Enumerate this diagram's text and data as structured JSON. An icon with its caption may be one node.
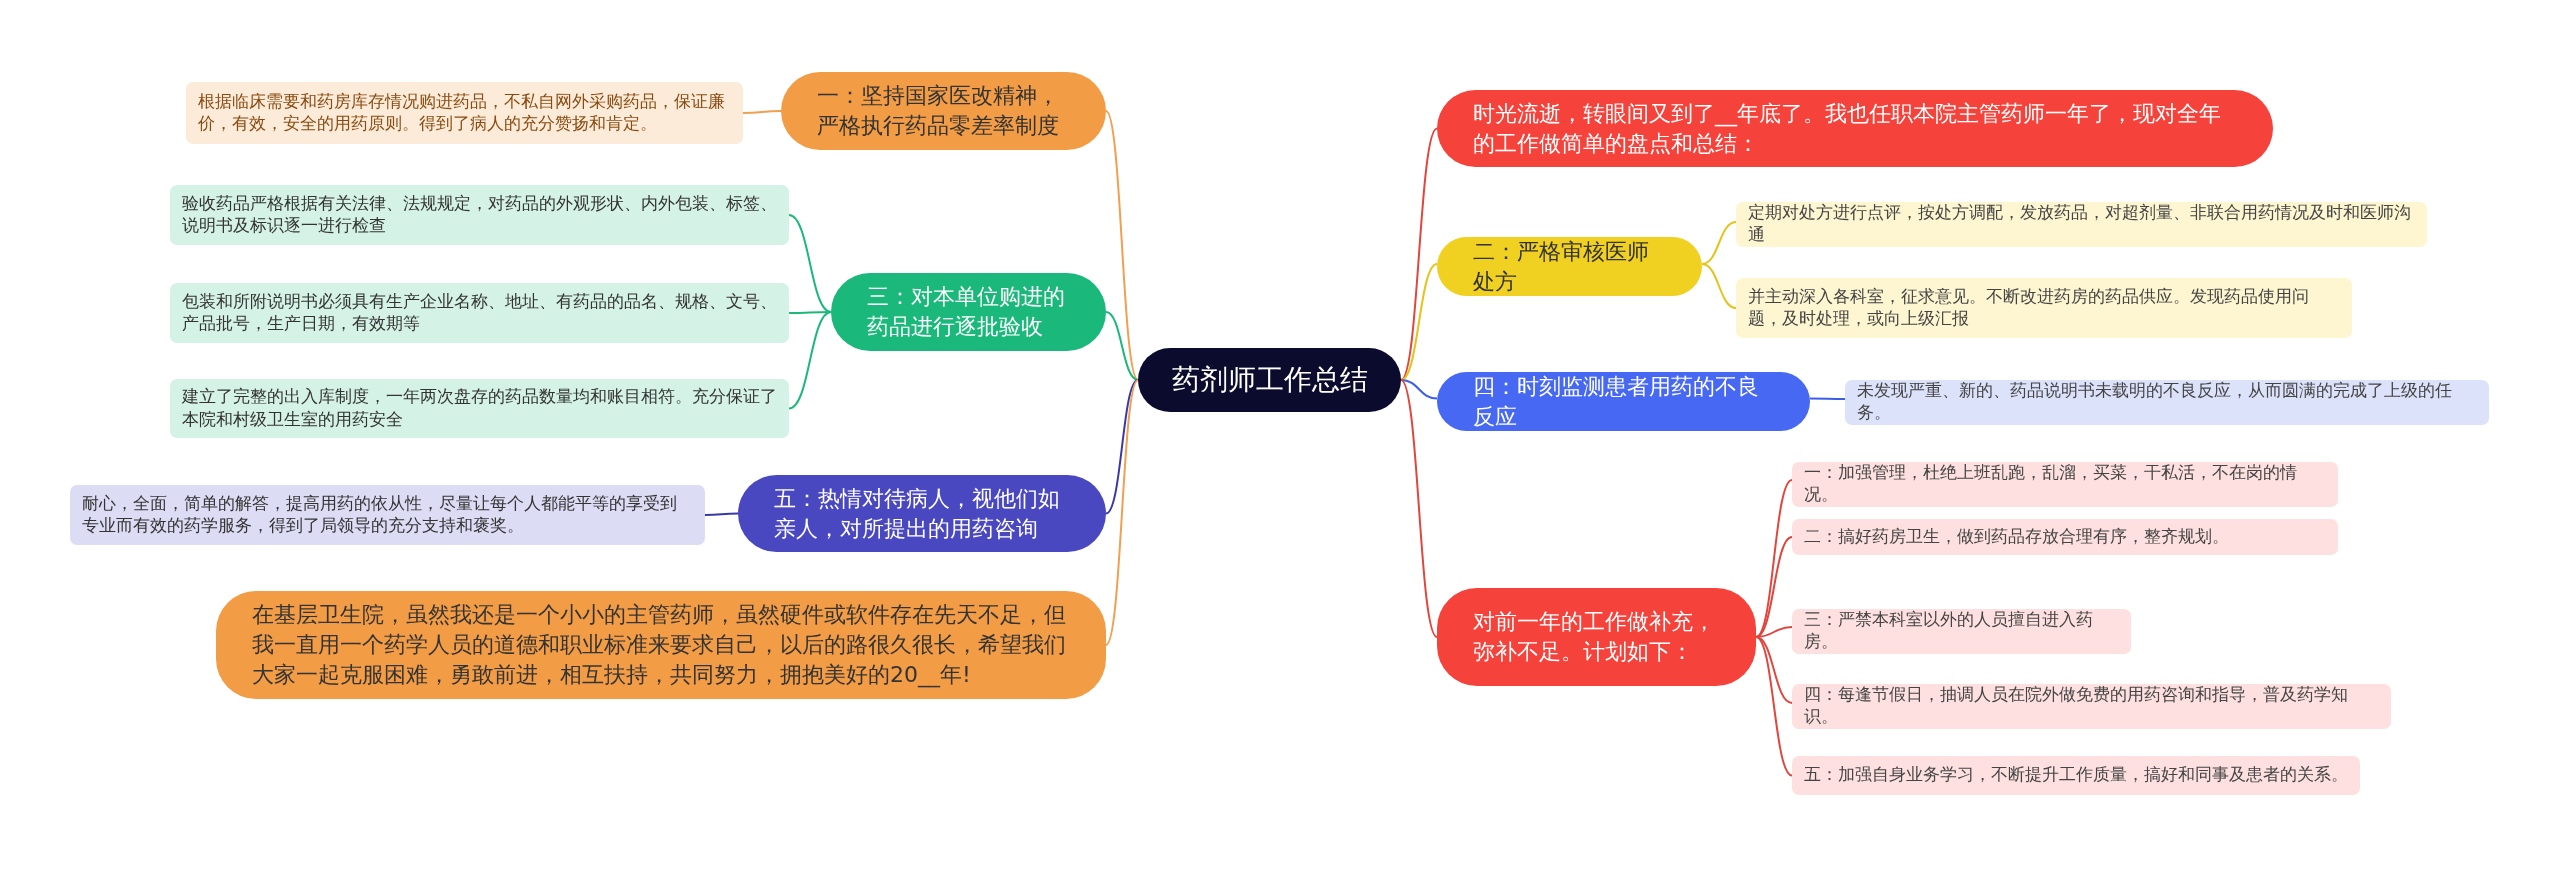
{
  "diagram": {
    "nodes": [
      {
        "text": [
          "药剂师工作总结"
        ]
      },
      {
        "text": [
          "时光流逝，转眼间又到了__年底了。我也任职本院主管药师一年了，现对全年的工作做简单的盘点和总结："
        ]
      },
      {
        "text": [
          "二：严格审核医师处方"
        ]
      },
      {
        "text": [
          "定期对处方进行点评，按处方调配，发放药品，对超剂量、非联合用药情况及时和医师沟通"
        ]
      },
      {
        "text": [
          "并主动深入各科室，征求意见。不断改进药房的药品供应。发现药品使用问题，及时处理，或向上级汇报"
        ]
      },
      {
        "text": [
          "四：时刻监测患者用药的不良反应"
        ]
      },
      {
        "text": [
          "未发现严重、新的、药品说明书未载明的不良反应，从而圆满的完成了上级的任务。"
        ]
      },
      {
        "text": [
          "对前一年的工作做补充，弥补不足。计划如下："
        ]
      },
      {
        "text": [
          "一：加强管理，杜绝上班乱跑，乱溜，买菜，干私活，不在岗的情况。"
        ]
      },
      {
        "text": [
          "二：搞好药房卫生，做到药品存放合理有序，整齐规划。"
        ]
      },
      {
        "text": [
          "三：严禁本科室以外的人员擅自进入药房。"
        ]
      },
      {
        "text": [
          "四：每逢节假日，抽调人员在院外做免费的用药咨询和指导，普及药学知识。"
        ]
      },
      {
        "text": [
          "五：加强自身业务学习，不断提升工作质量，搞好和同事及患者的关系。"
        ]
      },
      {
        "text": [
          "一：坚持国家医改精神，严格执行药品零差率制度"
        ]
      },
      {
        "text": [
          "根据临床需要和药房库存情况购进药品，不私自网外采购药品，保证廉价，有效，安全的用药原则。得到了病人的充分赞扬和肯定。"
        ]
      },
      {
        "text": [
          "三：对本单位购进的药品进行逐批验收"
        ]
      },
      {
        "text": [
          "验收药品严格根据有关法律、法规规定，对药品的外观形状、内外包装、标签、说明书及标识逐一进行检查"
        ]
      },
      {
        "text": [
          "包装和所附说明书必须具有生产企业名称、地址、有药品的品名、规格、文号、产品批号，生产日期，有效期等"
        ]
      },
      {
        "text": [
          "建立了完整的出入库制度，一年两次盘存的药品数量均和账目相符。充分保证了本院和村级卫生室的用药安全"
        ]
      },
      {
        "text": [
          "五：热情对待病人，视他们如亲人，对所提出的用药咨询"
        ]
      },
      {
        "text": [
          "耐心，全面，简单的解答，提高用药的依从性，尽量让每个人都能平等的享受到专业而有效的药学服务，得到了局领导的充分支持和褒奖。"
        ]
      },
      {
        "text": [
          "在基层卫生院，虽然我还是一个小小的主管药师，虽然硬件或软件存在先天不足，但我一直用一个药学人员的道德和职业标准来要求自己，以后的路很久很长，希望我们大家一起克服困难，勇敢前进，相互扶持，共同努力，拥抱美好的20__年!"
        ]
      }
    ],
    "edges": [
      {
        "from": 0,
        "to": 1,
        "arrow": "none",
        "color": "#e0463d"
      },
      {
        "from": 0,
        "to": 2,
        "arrow": "none",
        "color": "#e6c21a"
      },
      {
        "from": 2,
        "to": 3,
        "arrow": "none",
        "color": "#e6c21a"
      },
      {
        "from": 2,
        "to": 4,
        "arrow": "none",
        "color": "#e6c21a"
      },
      {
        "from": 0,
        "to": 5,
        "arrow": "none",
        "color": "#3b5ee8"
      },
      {
        "from": 5,
        "to": 6,
        "arrow": "none",
        "color": "#3b5ee8"
      },
      {
        "from": 0,
        "to": 7,
        "arrow": "none",
        "color": "#e0463d"
      },
      {
        "from": 7,
        "to": 8,
        "arrow": "none",
        "color": "#e0463d"
      },
      {
        "from": 7,
        "to": 9,
        "arrow": "none",
        "color": "#e0463d"
      },
      {
        "from": 7,
        "to": 10,
        "arrow": "none",
        "color": "#e0463d"
      },
      {
        "from": 7,
        "to": 11,
        "arrow": "none",
        "color": "#e0463d"
      },
      {
        "from": 7,
        "to": 12,
        "arrow": "none",
        "color": "#e0463d"
      },
      {
        "from": 0,
        "to": 13,
        "arrow": "none",
        "color": "#f0a050"
      },
      {
        "from": 13,
        "to": 14,
        "arrow": "none",
        "color": "#f0a050"
      },
      {
        "from": 0,
        "to": 15,
        "arrow": "none",
        "color": "#1ab87a"
      },
      {
        "from": 15,
        "to": 16,
        "arrow": "none",
        "color": "#1ab87a"
      },
      {
        "from": 15,
        "to": 17,
        "arrow": "none",
        "color": "#1ab87a"
      },
      {
        "from": 15,
        "to": 18,
        "arrow": "none",
        "color": "#1ab87a"
      },
      {
        "from": 0,
        "to": 19,
        "arrow": "none",
        "color": "#3a38a8"
      },
      {
        "from": 19,
        "to": 20,
        "arrow": "none",
        "color": "#3a38a8"
      },
      {
        "from": 0,
        "to": 21,
        "arrow": "none",
        "color": "#f0a050"
      }
    ]
  }
}
